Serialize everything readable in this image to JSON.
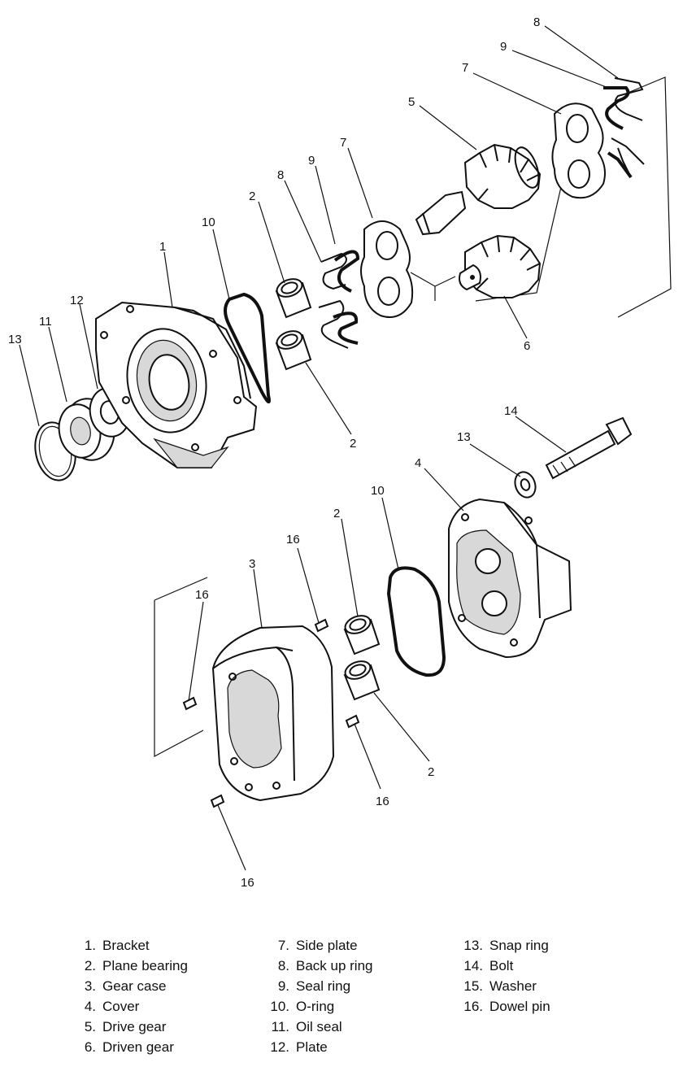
{
  "callouts": {
    "c8_top": "8",
    "c9_top": "9",
    "c7_top": "7",
    "c5": "5",
    "c7_mid": "7",
    "c9_mid": "9",
    "c8_mid": "8",
    "c2_upper": "2",
    "c10_upper": "10",
    "c1": "1",
    "c12": "12",
    "c11": "11",
    "c13_left": "13",
    "c6": "6",
    "c2_upper_low": "2",
    "c14": "14",
    "c13_right": "13",
    "c4": "4",
    "c10_lower": "10",
    "c2_lower": "2",
    "c16_a": "16",
    "c3": "3",
    "c16_b": "16",
    "c2_lower_low": "2",
    "c16_c": "16",
    "c16_d": "16"
  },
  "legend": [
    [
      {
        "num": "1.",
        "label": "Bracket"
      },
      {
        "num": "2.",
        "label": "Plane bearing"
      },
      {
        "num": "3.",
        "label": "Gear case"
      },
      {
        "num": "4.",
        "label": "Cover"
      },
      {
        "num": "5.",
        "label": "Drive gear"
      },
      {
        "num": "6.",
        "label": "Driven gear"
      }
    ],
    [
      {
        "num": "7.",
        "label": "Side plate"
      },
      {
        "num": "8.",
        "label": "Back up ring"
      },
      {
        "num": "9.",
        "label": "Seal ring"
      },
      {
        "num": "10.",
        "label": "O-ring"
      },
      {
        "num": "11.",
        "label": "Oil seal"
      },
      {
        "num": "12.",
        "label": "Plate"
      }
    ],
    [
      {
        "num": "13.",
        "label": "Snap ring"
      },
      {
        "num": "14.",
        "label": "Bolt"
      },
      {
        "num": "15.",
        "label": "Washer"
      },
      {
        "num": "16.",
        "label": "Dowel pin"
      }
    ]
  ]
}
